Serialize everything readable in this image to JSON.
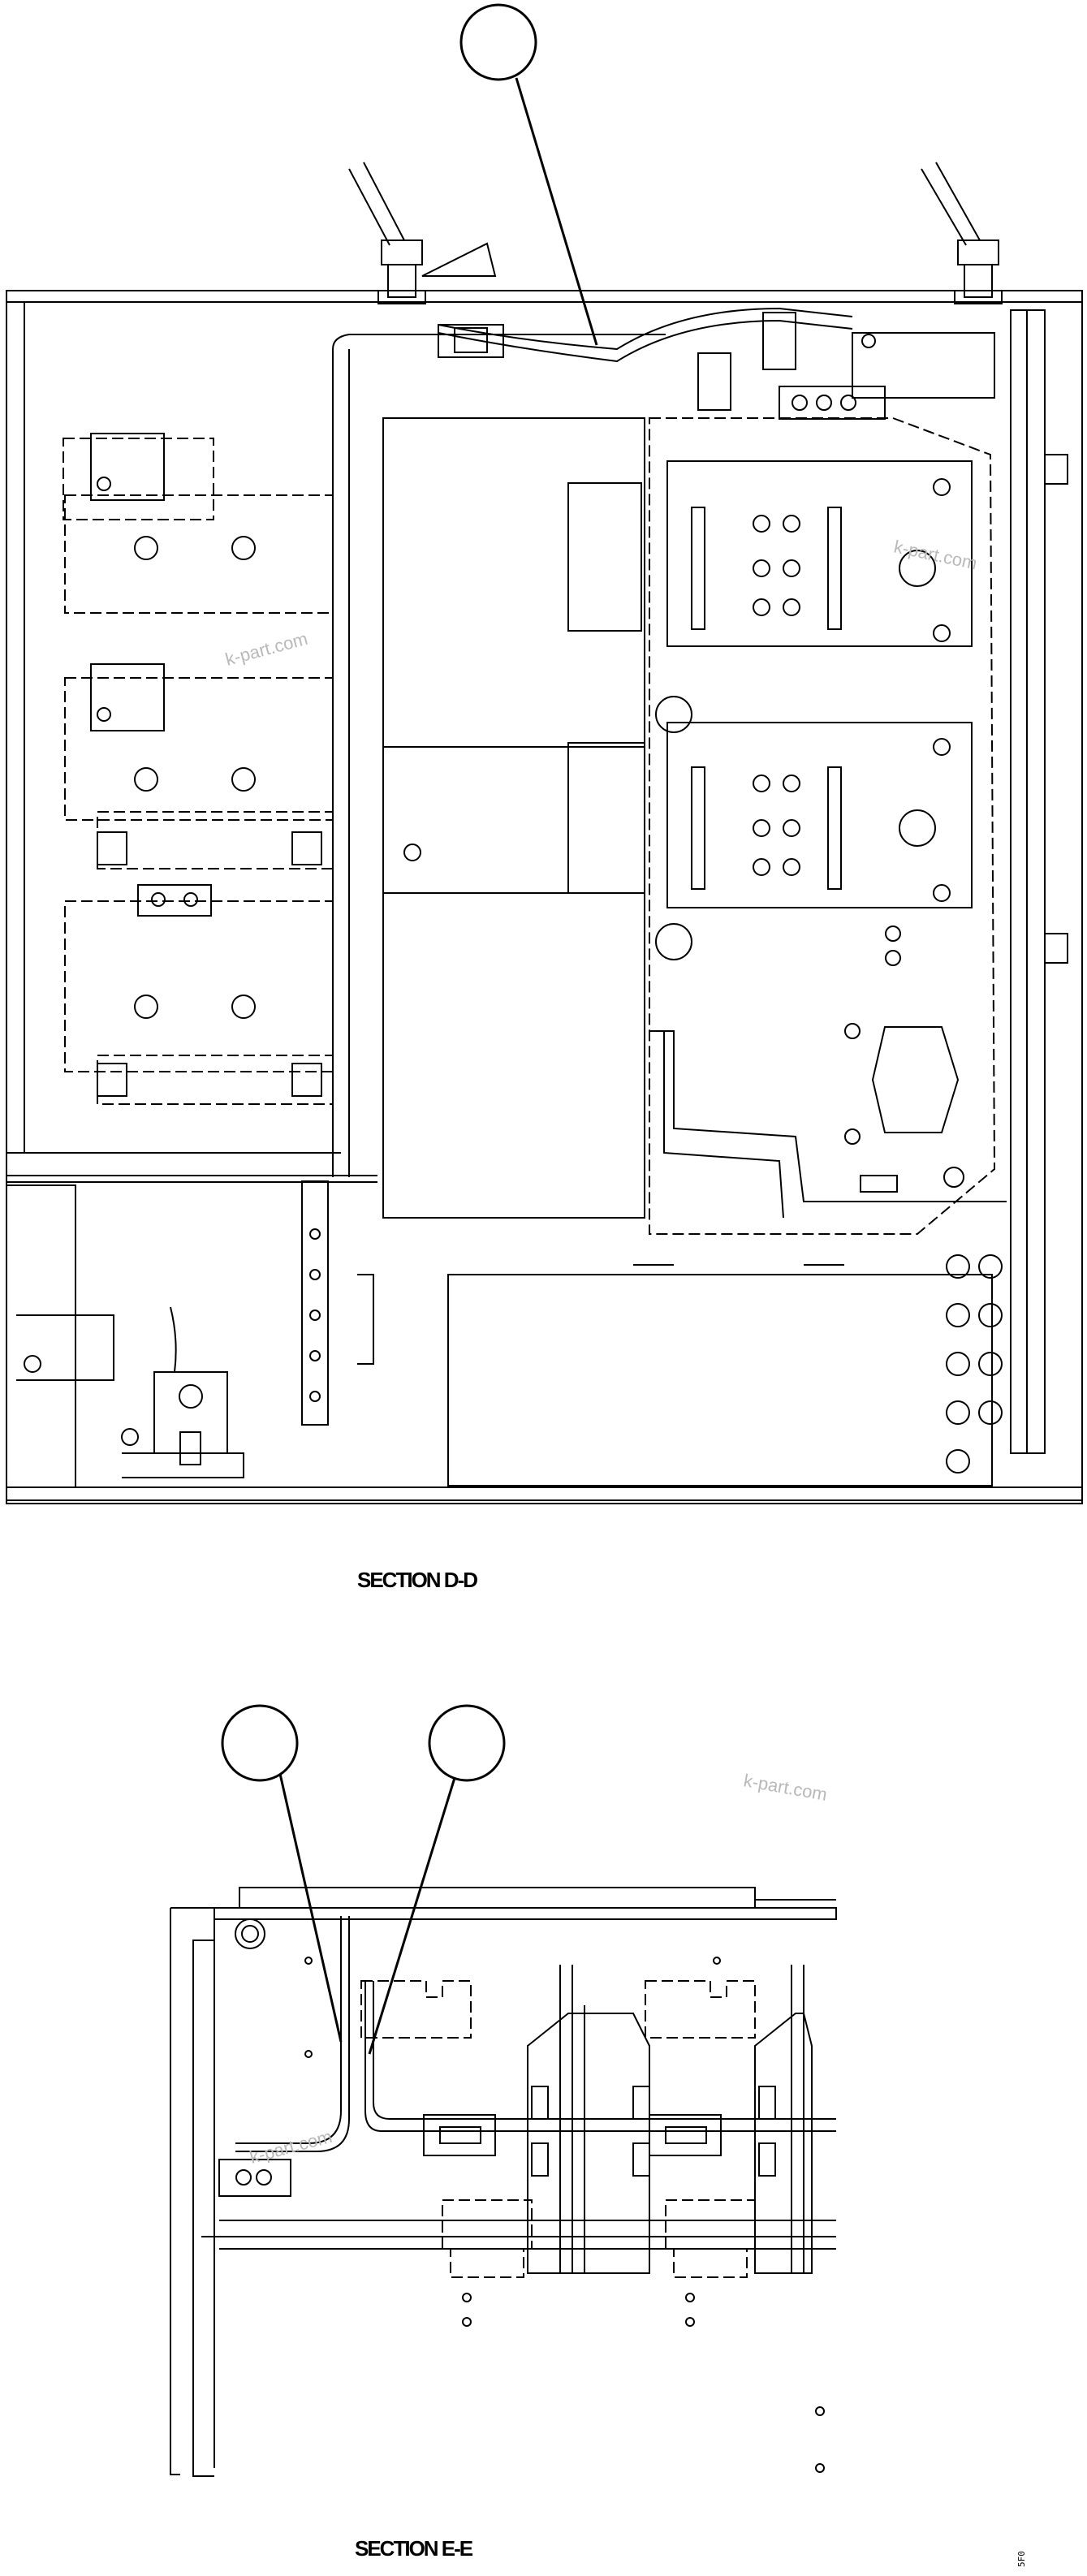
{
  "sections": {
    "upper": {
      "caption": "SECTION D-D"
    },
    "lower": {
      "caption": "SECTION E-E"
    }
  },
  "callouts": [
    {
      "id": "callout-1",
      "label": ""
    },
    {
      "id": "callout-2",
      "label": ""
    },
    {
      "id": "callout-3",
      "label": ""
    }
  ],
  "watermarks": [
    "k-part.com",
    "k-part.com",
    "k-part.com",
    "k-part.com"
  ],
  "drawing_code": "5F0"
}
